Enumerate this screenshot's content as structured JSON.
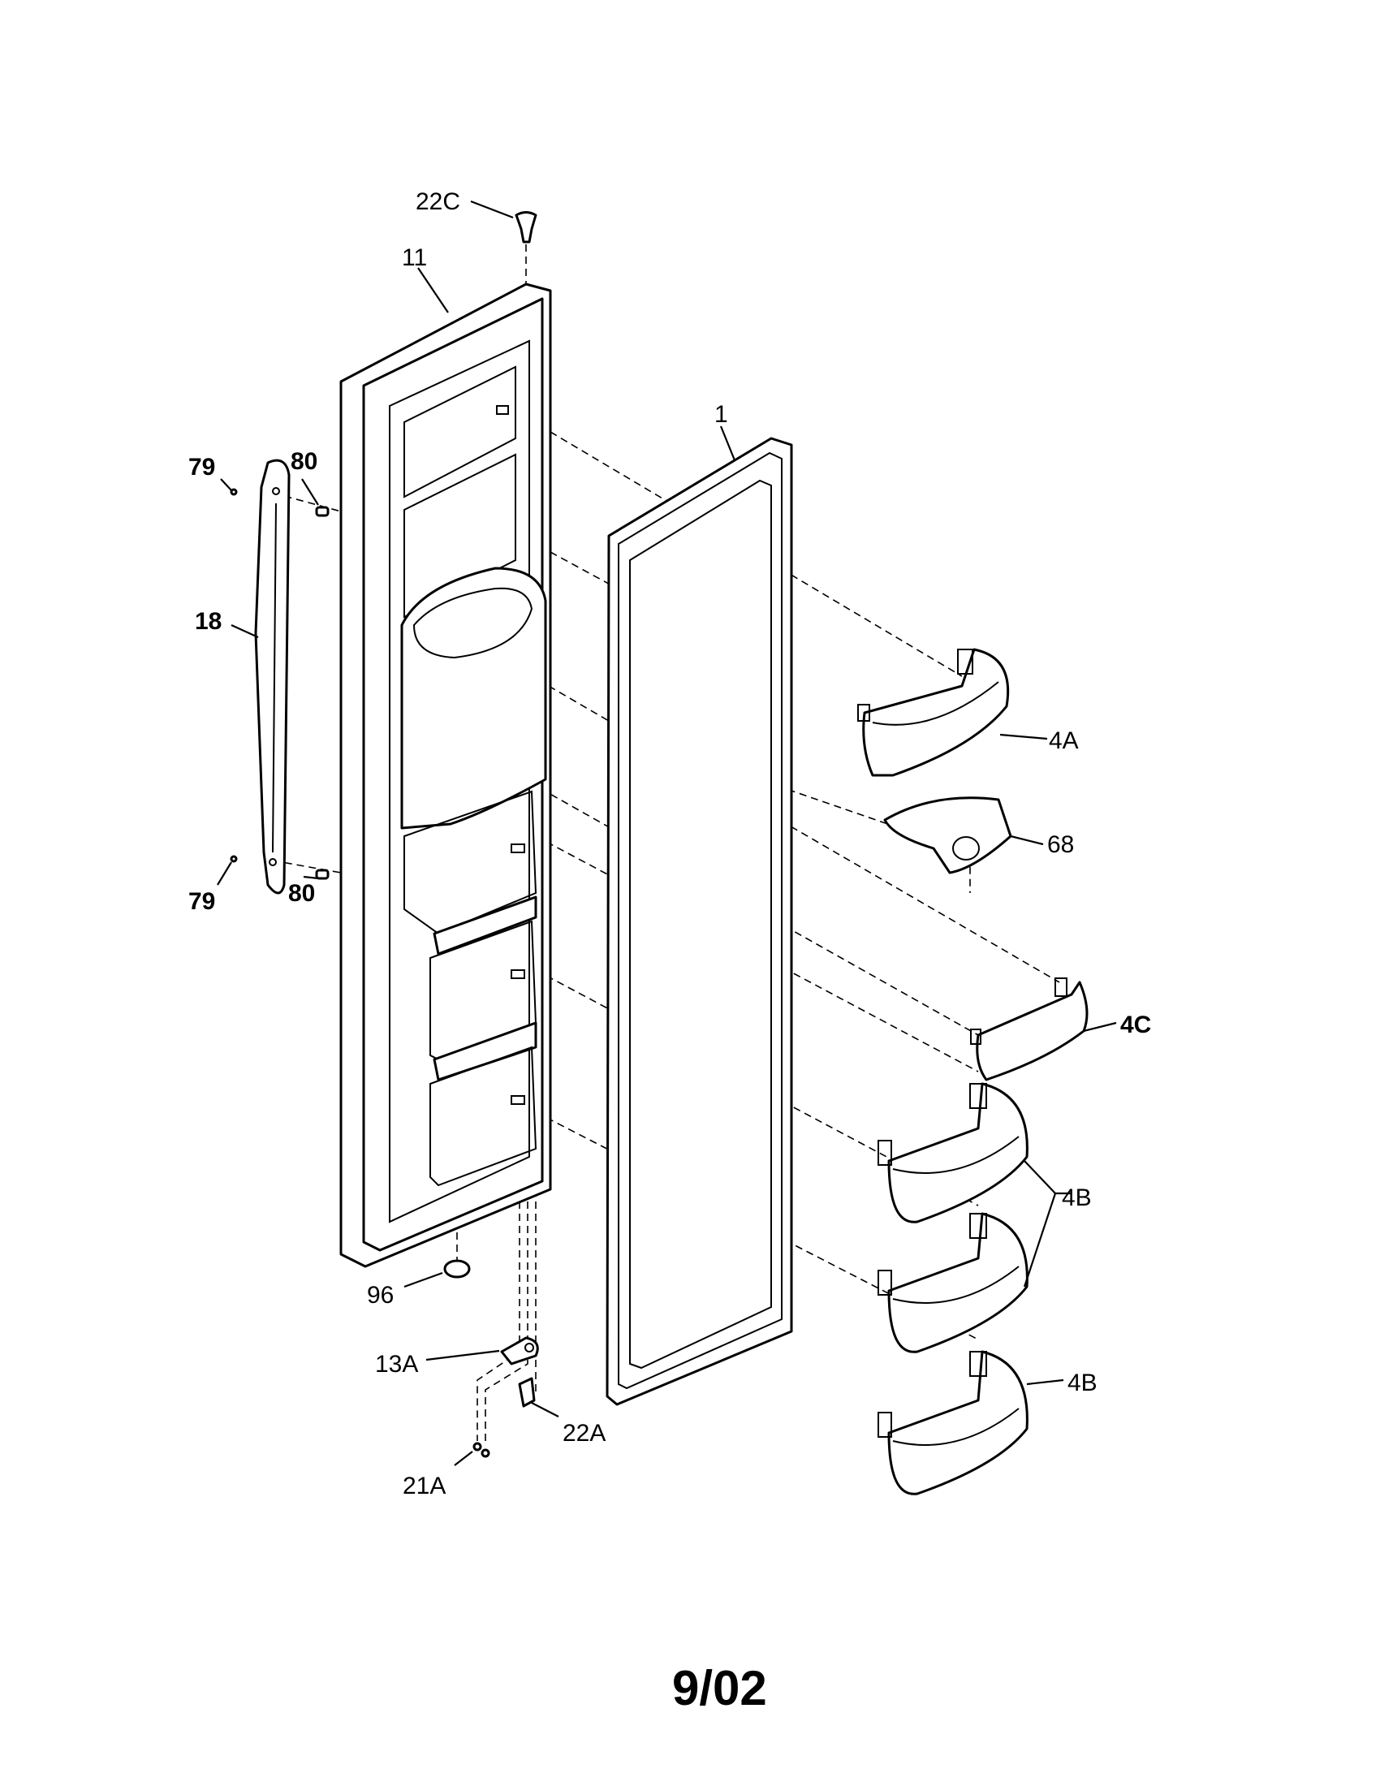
{
  "labels": {
    "p22c": "22C",
    "p11": "11",
    "p1": "1",
    "p79_top": "79",
    "p80_top": "80",
    "p18": "18",
    "p79_bottom": "79",
    "p80_bottom": "80",
    "p4a": "4A",
    "p68": "68",
    "p4c": "4C",
    "p4b_pair": "4B",
    "p4b_single": "4B",
    "p96": "96",
    "p13a": "13A",
    "p22a": "22A",
    "p21a": "21A"
  },
  "footer": {
    "date": "9/02"
  }
}
